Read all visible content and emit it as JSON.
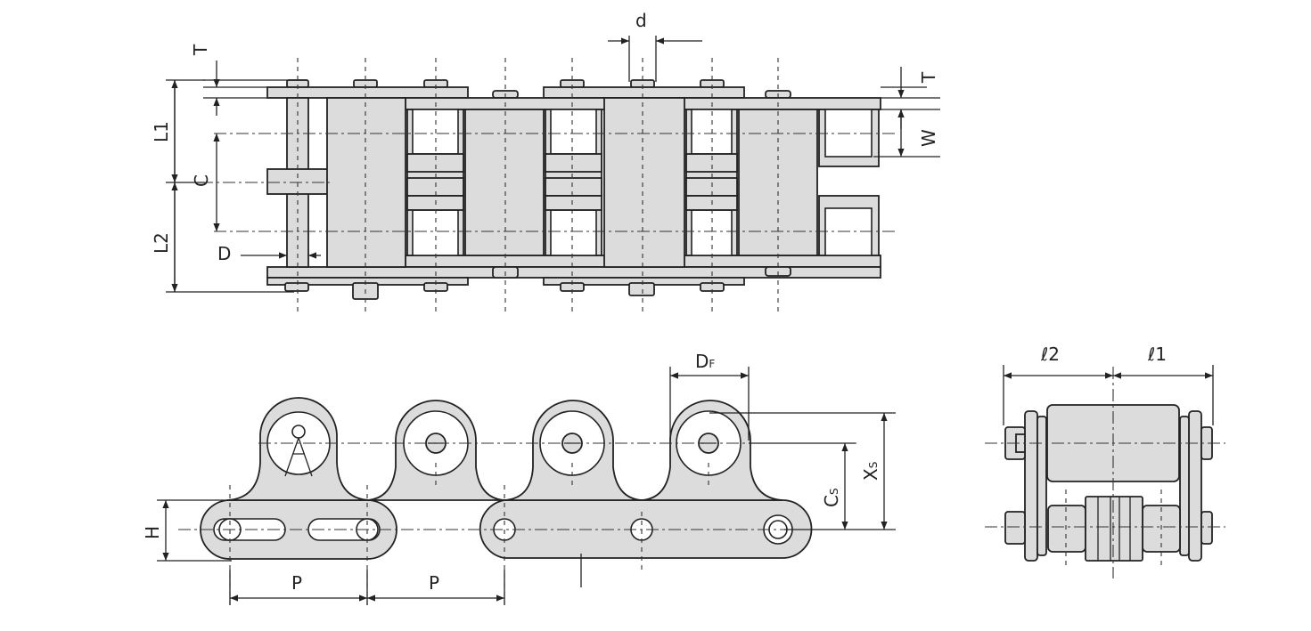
{
  "labels": {
    "T_top": "T",
    "T_right": "T",
    "d": "d",
    "L1": "L1",
    "C": "C",
    "L2": "L2",
    "D": "D",
    "W": "W",
    "DF_main": "D",
    "DF_sub": "F",
    "XS_main": "X",
    "XS_sub": "S",
    "CS_main": "C",
    "CS_sub": "S",
    "H": "H",
    "P_left": "P",
    "P_right": "P",
    "l2": "ℓ2",
    "l1": "ℓ1"
  },
  "colors": {
    "part_fill": "#dcdcdc",
    "line": "#222222",
    "background": "#ffffff"
  }
}
